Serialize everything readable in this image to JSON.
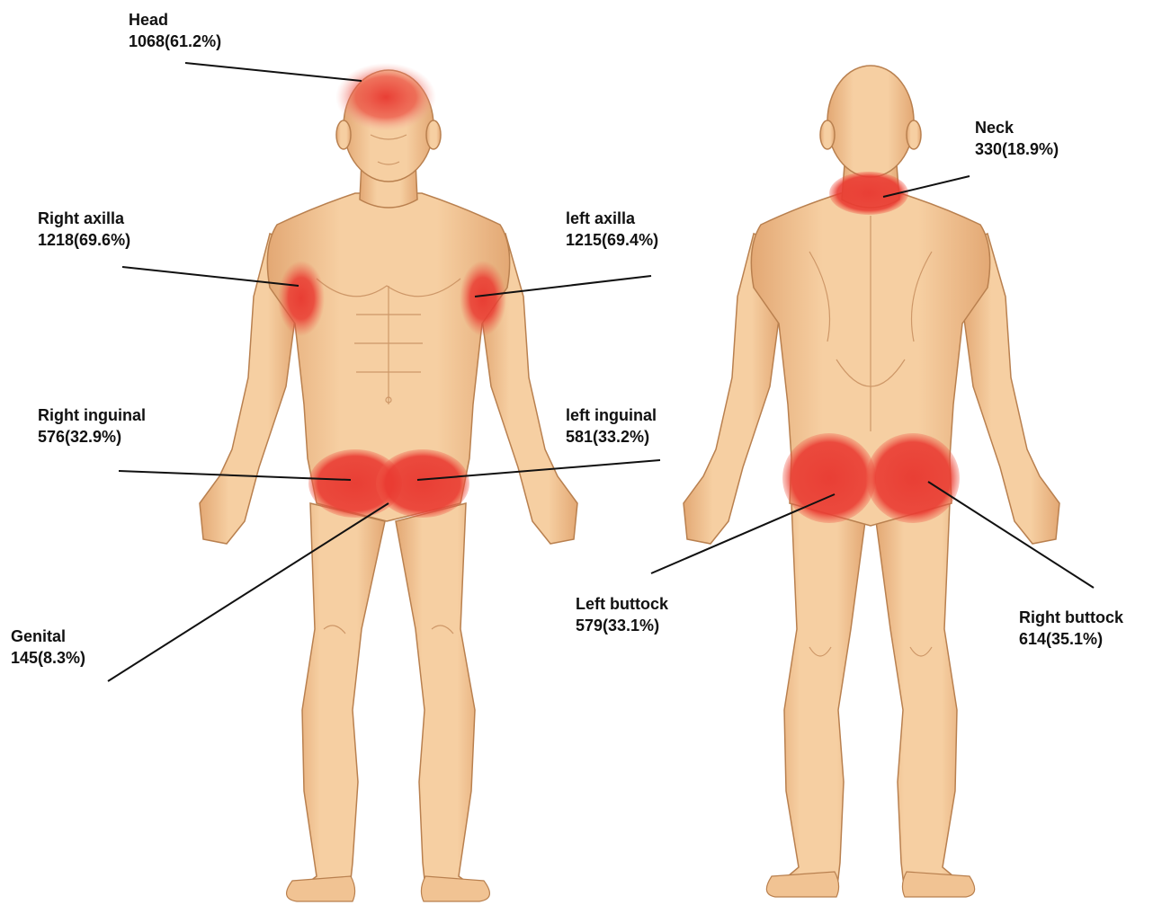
{
  "colors": {
    "skin": "#f1c393",
    "skin_shade": "#d99a66",
    "outline": "#b9804f",
    "hotspot": "#e8372f",
    "leader_line": "#111111",
    "text": "#111111"
  },
  "regions": {
    "head": {
      "name": "Head",
      "value": "1068(61.2%)"
    },
    "neck": {
      "name": "Neck",
      "value": "330(18.9%)"
    },
    "right_axilla": {
      "name": "Right axilla",
      "value": "1218(69.6%)"
    },
    "left_axilla": {
      "name": "left axilla",
      "value": "1215(69.4%)"
    },
    "right_inguinal": {
      "name": "Right inguinal",
      "value": "576(32.9%)"
    },
    "left_inguinal": {
      "name": "left inguinal",
      "value": "581(33.2%)"
    },
    "genital": {
      "name": "Genital",
      "value": "145(8.3%)"
    },
    "left_buttock": {
      "name": "Left buttock",
      "value": "579(33.1%)"
    },
    "right_buttock": {
      "name": "Right buttock",
      "value": "614(35.1%)"
    }
  }
}
